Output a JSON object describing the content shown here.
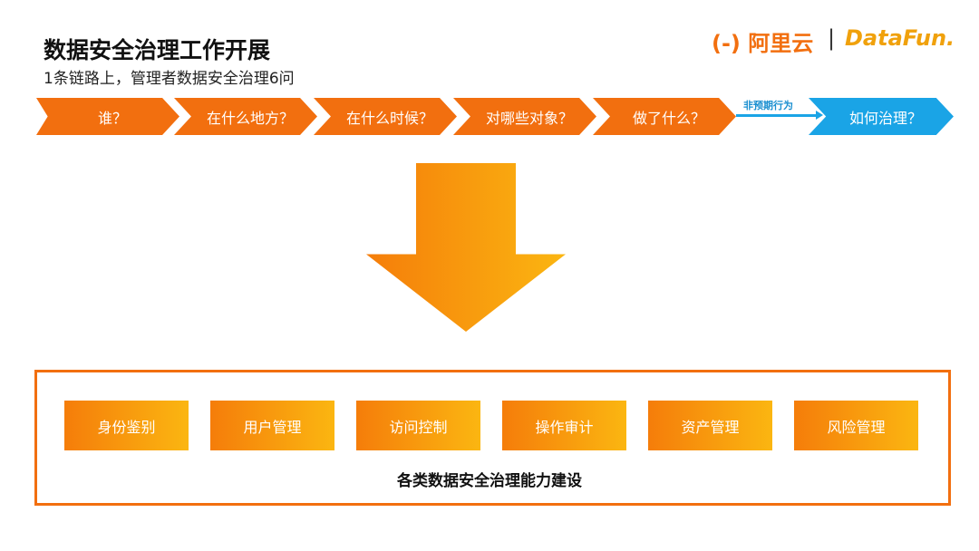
{
  "title": "数据安全治理工作开展",
  "subtitle": "1条链路上，管理者数据安全治理6问",
  "logos": {
    "aliyun": "阿里云",
    "datafun": "DataFun.",
    "separator": "|"
  },
  "chain": [
    "谁？",
    "在什么地方？",
    "在什么时候？",
    "对哪些对象？",
    "做了什么？"
  ],
  "connector_label": "非预期行为",
  "final_step": "如何治理？",
  "capabilities": [
    "身份鉴别",
    "用户管理",
    "访问控制",
    "操作审计",
    "资产管理",
    "风险管理"
  ],
  "capabilities_label": "各类数据安全治理能力建设",
  "colors": {
    "orange": "#f26f0f",
    "blue": "#1aa4e6",
    "yellow": "#fbb611"
  }
}
